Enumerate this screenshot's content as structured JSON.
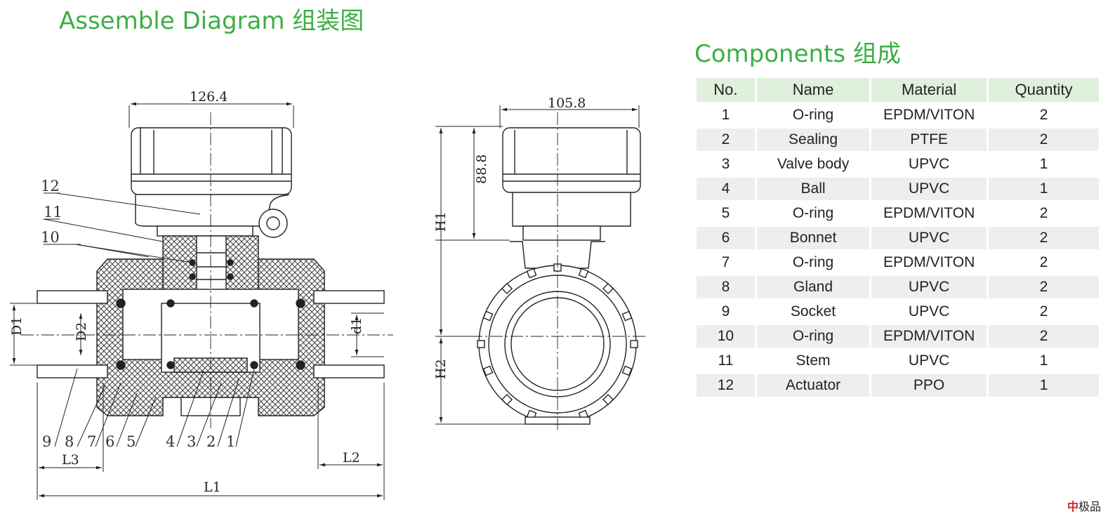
{
  "assemble_title": "Assemble Diagram 组装图",
  "components_title": "Components 组成",
  "table": {
    "headers": [
      "No.",
      "Name",
      "Material",
      "Quantity"
    ],
    "rows": [
      [
        "1",
        "O-ring",
        "EPDM/VITON",
        "2"
      ],
      [
        "2",
        "Sealing",
        "PTFE",
        "2"
      ],
      [
        "3",
        "Valve body",
        "UPVC",
        "1"
      ],
      [
        "4",
        "Ball",
        "UPVC",
        "1"
      ],
      [
        "5",
        "O-ring",
        "EPDM/VITON",
        "2"
      ],
      [
        "6",
        "Bonnet",
        "UPVC",
        "2"
      ],
      [
        "7",
        "O-ring",
        "EPDM/VITON",
        "2"
      ],
      [
        "8",
        "Gland",
        "UPVC",
        "2"
      ],
      [
        "9",
        "Socket",
        "UPVC",
        "2"
      ],
      [
        "10",
        "O-ring",
        "EPDM/VITON",
        "2"
      ],
      [
        "11",
        "Stem",
        "UPVC",
        "1"
      ],
      [
        "12",
        "Actuator",
        "PPO",
        "1"
      ]
    ]
  },
  "drawing": {
    "dim_width_front": "126.4",
    "dim_width_side": "105.8",
    "dim_height_actuator": "88.8",
    "dim_labels": [
      "D1",
      "D2",
      "d1",
      "L1",
      "L2",
      "L3",
      "H1",
      "H2"
    ],
    "part_labels_left": [
      "12",
      "11",
      "10"
    ],
    "part_labels_bottom": [
      "9",
      "8",
      "7",
      "6",
      "5",
      "4",
      "3",
      "2",
      "1"
    ]
  },
  "colors": {
    "title_green": "#3dae45",
    "header_bg": "#dff0dc",
    "row_bg": "#eeeeee"
  },
  "watermark": {
    "mark": "中",
    "text": "极品"
  }
}
